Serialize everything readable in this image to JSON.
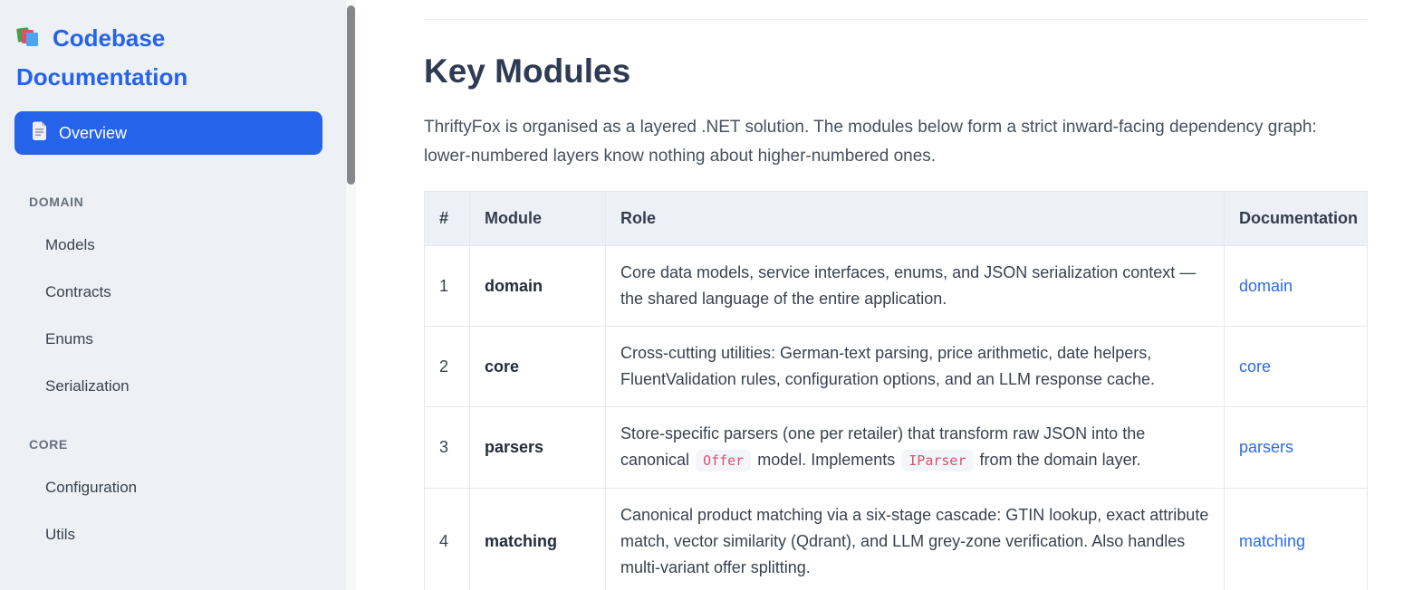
{
  "sidebar": {
    "title": "Codebase Documentation",
    "overview_label": "Overview",
    "sections": [
      {
        "label": "DOMAIN",
        "items": [
          "Models",
          "Contracts",
          "Enums",
          "Serialization"
        ]
      },
      {
        "label": "CORE",
        "items": [
          "Configuration",
          "Utils"
        ]
      }
    ]
  },
  "main": {
    "title": "Key Modules",
    "intro": "ThriftyFox is organised as a layered .NET solution. The modules below form a strict inward-facing dependency graph: lower-numbered layers know nothing about higher-numbered ones.",
    "table": {
      "headers": [
        "#",
        "Module",
        "Role",
        "Documentation"
      ],
      "rows": [
        {
          "num": "1",
          "module": "domain",
          "role": "Core data models, service interfaces, enums, and JSON serialization context — the shared language of the entire application.",
          "doc": "domain"
        },
        {
          "num": "2",
          "module": "core",
          "role": "Cross-cutting utilities: German-text parsing, price arithmetic, date helpers, FluentValidation rules, configuration options, and an LLM response cache.",
          "doc": "core"
        },
        {
          "num": "3",
          "module": "parsers",
          "role_pre": "Store-specific parsers (one per retailer) that transform raw JSON into the canonical ",
          "code_offer": "Offer",
          "role_mid": " model. Implements ",
          "code_iparser": "IParser",
          "role_post": " from the domain layer.",
          "doc": "parsers"
        },
        {
          "num": "4",
          "module": "matching",
          "role": "Canonical product matching via a six-stage cascade: GTIN lookup, exact attribute match, vector similarity (Qdrant), and LLM grey-zone verification. Also handles multi-variant offer splitting.",
          "doc": "matching"
        }
      ]
    }
  },
  "colors": {
    "accent_blue": "#2563eb",
    "link_blue": "#2c6bea",
    "sidebar_bg": "#edf1f6",
    "table_header_bg": "#edf0f6",
    "heading": "#2e3b52",
    "code_text": "#dd4f6d"
  }
}
